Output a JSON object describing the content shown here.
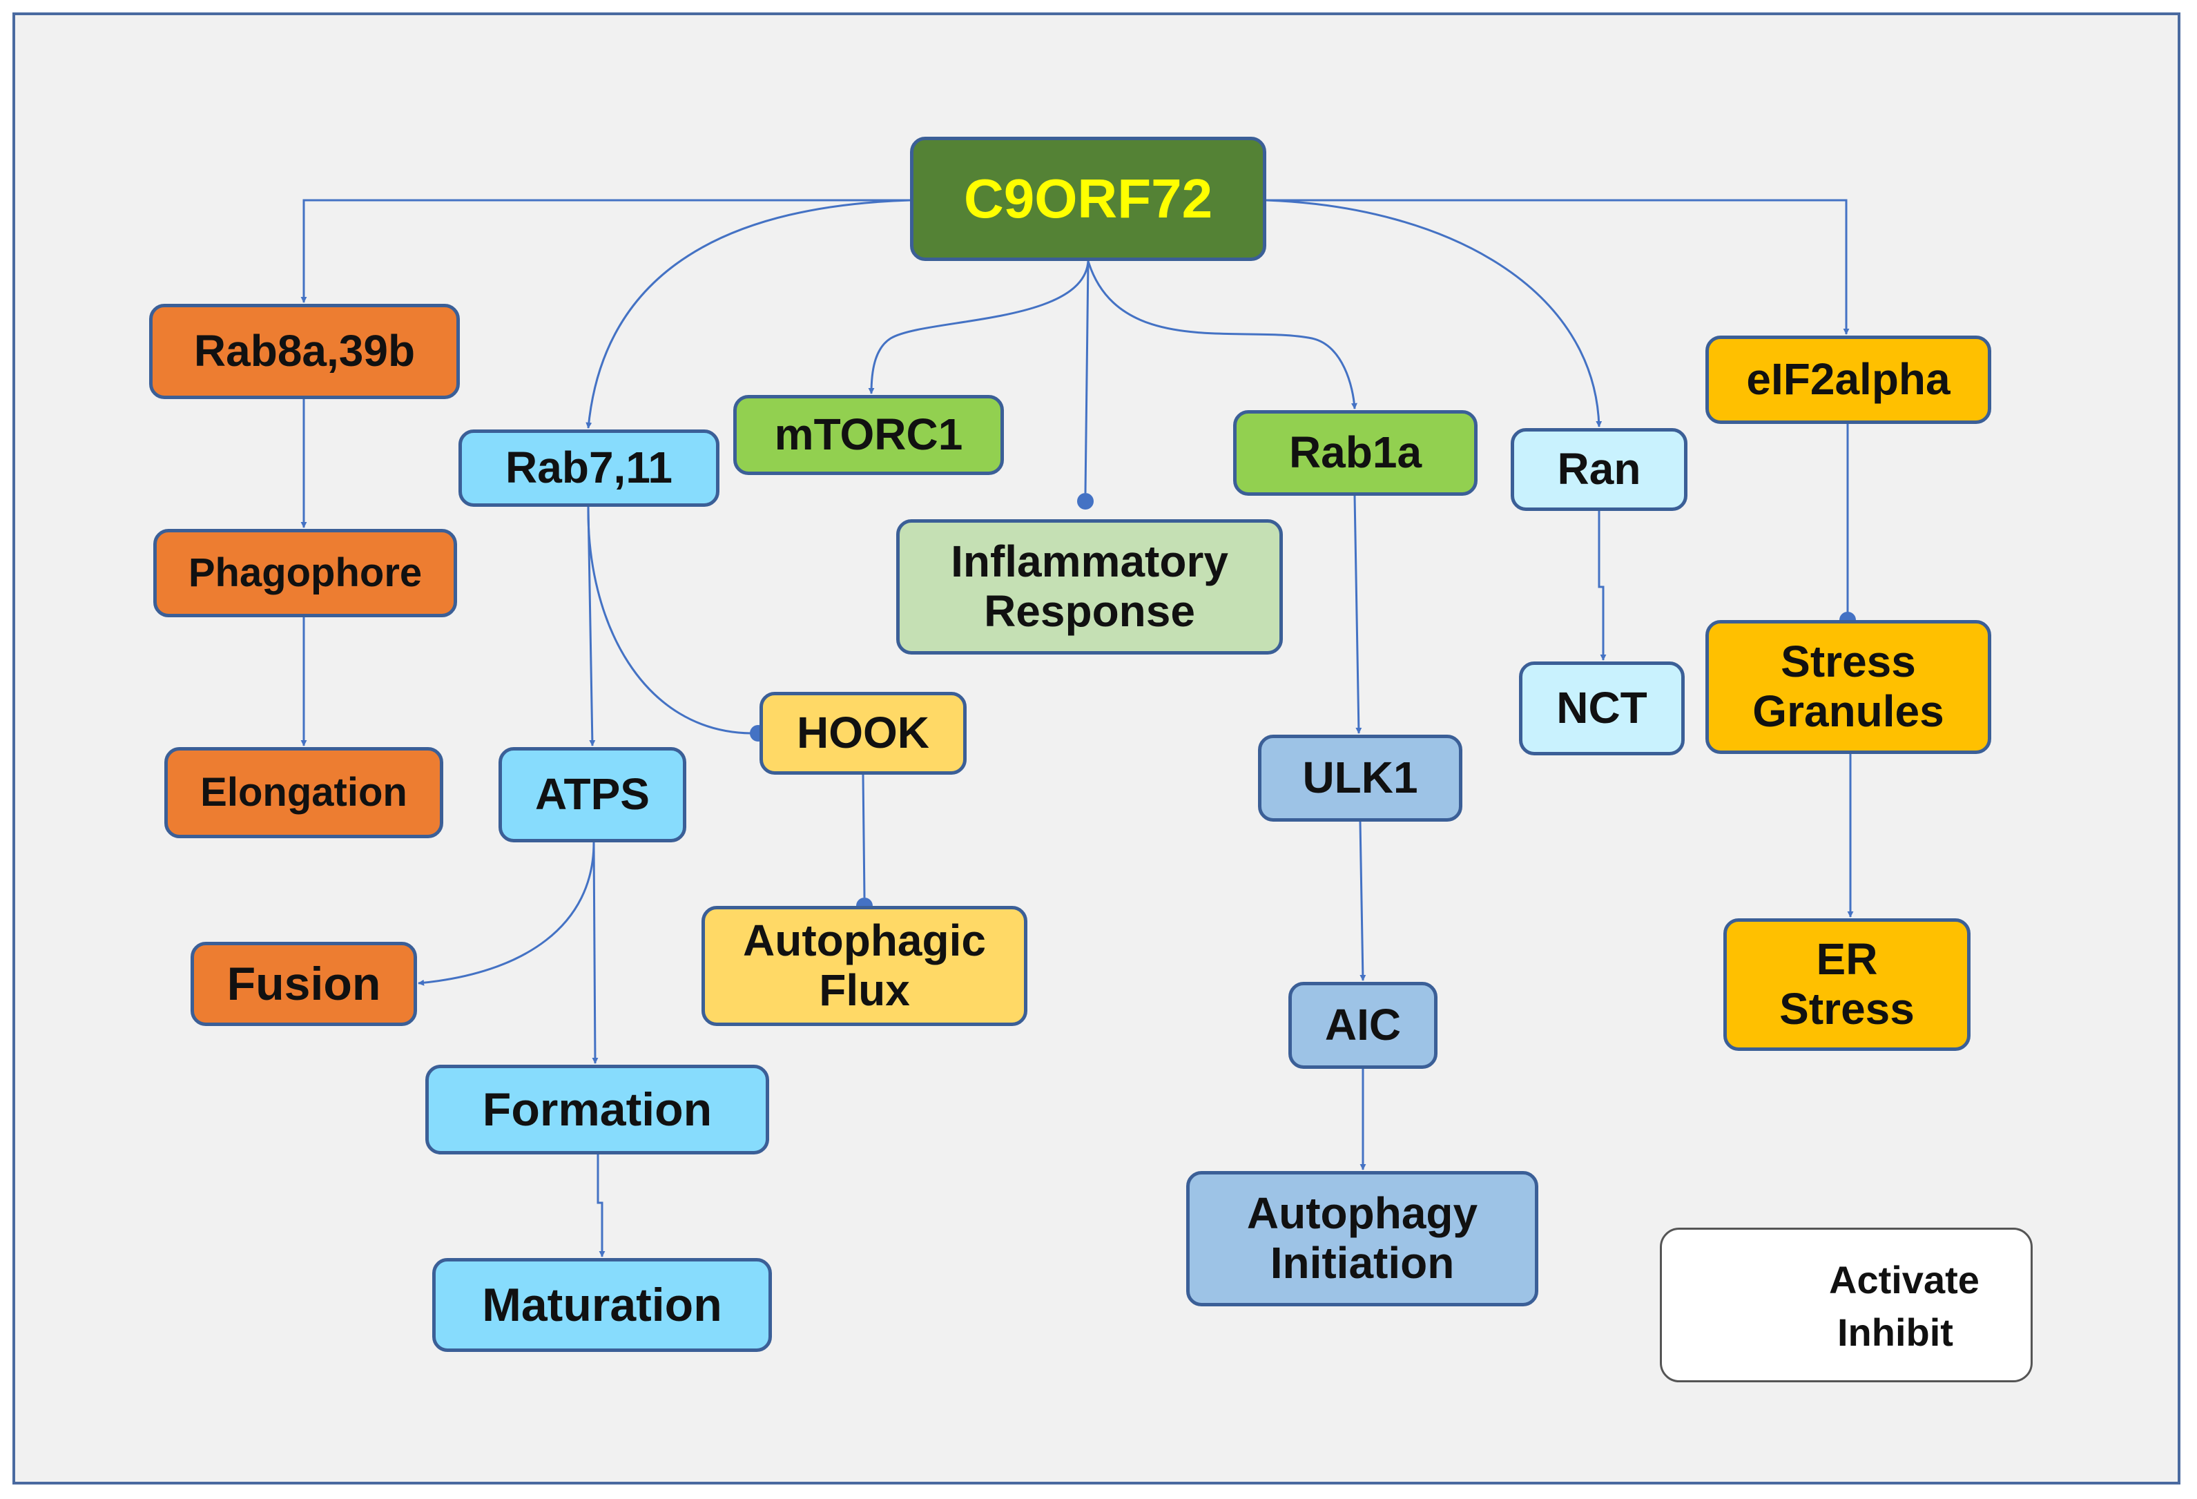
{
  "colors": {
    "frame_bg": "#f1f1f1",
    "edge": "#4472c4",
    "border": "#3b5f97",
    "root_fill": "#548235",
    "root_text": "#ffff00",
    "orange": "#ed7d31",
    "light_blue": "#87dcfd",
    "pale_blue": "#c9f2fe",
    "green": "#92d050",
    "pale_green": "#c5e0b4",
    "light_yellow": "#ffd966",
    "gold": "#ffc000",
    "steel_blue": "#9dc3e6"
  },
  "nodes": {
    "c9orf72": "C9ORF72",
    "rab8a_39b": "Rab8a,39b",
    "phagophore": "Phagophore",
    "elongation": "Elongation",
    "rab7_11": "Rab7,11",
    "atps": "ATPS",
    "fusion": "Fusion",
    "formation": "Formation",
    "maturation": "Maturation",
    "mtorc1": "mTORC1",
    "hook": "HOOK",
    "autophagic_flux": "Autophagic\nFlux",
    "inflammatory_response": "Inflammatory\nResponse",
    "rab1a": "Rab1a",
    "ulk1": "ULK1",
    "aic": "AIC",
    "autophagy_initiation": "Autophagy\nInitiation",
    "ran": "Ran",
    "nct": "NCT",
    "eif2alpha": "eIF2alpha",
    "stress_granules": "Stress\nGranules",
    "er_stress": "ER\nStress"
  },
  "edges": [
    {
      "from": "C9ORF72",
      "to": "Rab8a,39b",
      "type": "activate"
    },
    {
      "from": "C9ORF72",
      "to": "Rab7,11",
      "type": "activate"
    },
    {
      "from": "C9ORF72",
      "to": "mTORC1",
      "type": "activate"
    },
    {
      "from": "C9ORF72",
      "to": "Inflammatory Response",
      "type": "inhibit"
    },
    {
      "from": "C9ORF72",
      "to": "Rab1a",
      "type": "activate"
    },
    {
      "from": "C9ORF72",
      "to": "Ran",
      "type": "activate"
    },
    {
      "from": "C9ORF72",
      "to": "eIF2alpha",
      "type": "activate"
    },
    {
      "from": "Rab8a,39b",
      "to": "Phagophore",
      "type": "activate"
    },
    {
      "from": "Phagophore",
      "to": "Elongation",
      "type": "activate"
    },
    {
      "from": "Rab7,11",
      "to": "ATPS",
      "type": "activate"
    },
    {
      "from": "Rab7,11",
      "to": "HOOK",
      "type": "inhibit"
    },
    {
      "from": "ATPS",
      "to": "Fusion",
      "type": "activate"
    },
    {
      "from": "ATPS",
      "to": "Formation",
      "type": "activate"
    },
    {
      "from": "Formation",
      "to": "Maturation",
      "type": "activate"
    },
    {
      "from": "HOOK",
      "to": "Autophagic Flux",
      "type": "inhibit"
    },
    {
      "from": "Rab1a",
      "to": "ULK1",
      "type": "activate"
    },
    {
      "from": "ULK1",
      "to": "AIC",
      "type": "activate"
    },
    {
      "from": "AIC",
      "to": "Autophagy Initiation",
      "type": "activate"
    },
    {
      "from": "Ran",
      "to": "NCT",
      "type": "activate"
    },
    {
      "from": "eIF2alpha",
      "to": "Stress Granules",
      "type": "inhibit"
    },
    {
      "from": "Stress Granules",
      "to": "ER Stress",
      "type": "activate"
    }
  ],
  "legend": {
    "activate": "Activate",
    "inhibit": "Inhibit"
  }
}
